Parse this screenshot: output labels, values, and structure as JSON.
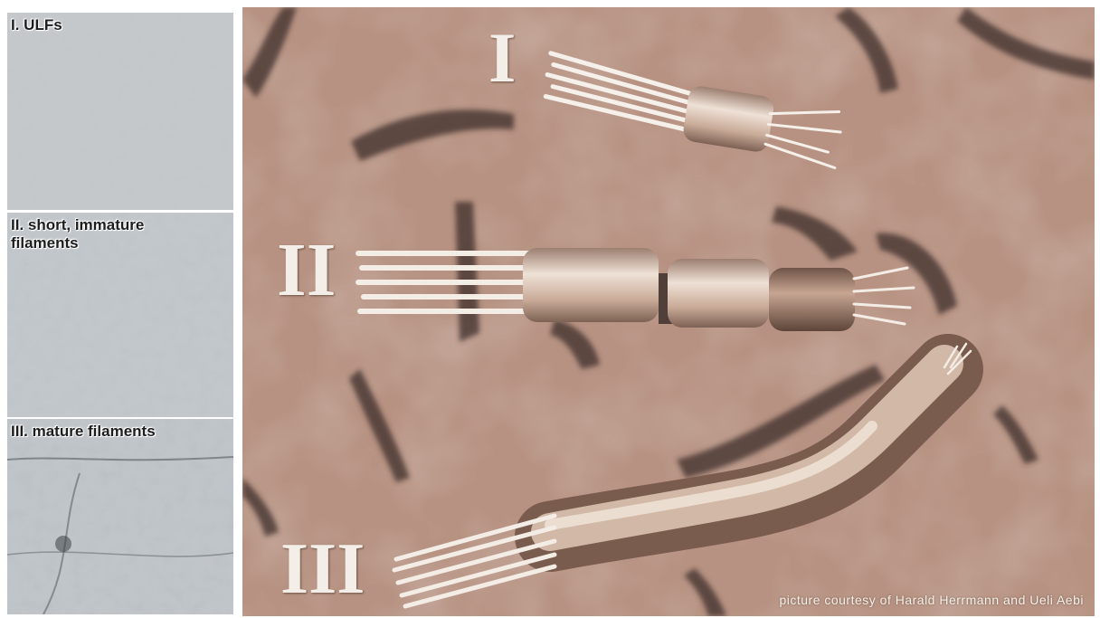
{
  "panels": {
    "ulfs": {
      "label": "I. ULFs"
    },
    "short_immature": {
      "label": "II. short, immature\nfilaments"
    },
    "mature": {
      "label": "III. mature filaments"
    }
  },
  "illustration": {
    "stage_labels": [
      "I",
      "II",
      "III"
    ],
    "credit": "picture courtesy of Harald Herrmann and Ueli Aebi"
  },
  "colors": {
    "background_tan": "#b79282",
    "micrograph_gray": "#bfc3c6",
    "filament_white": "#f3eee7"
  }
}
